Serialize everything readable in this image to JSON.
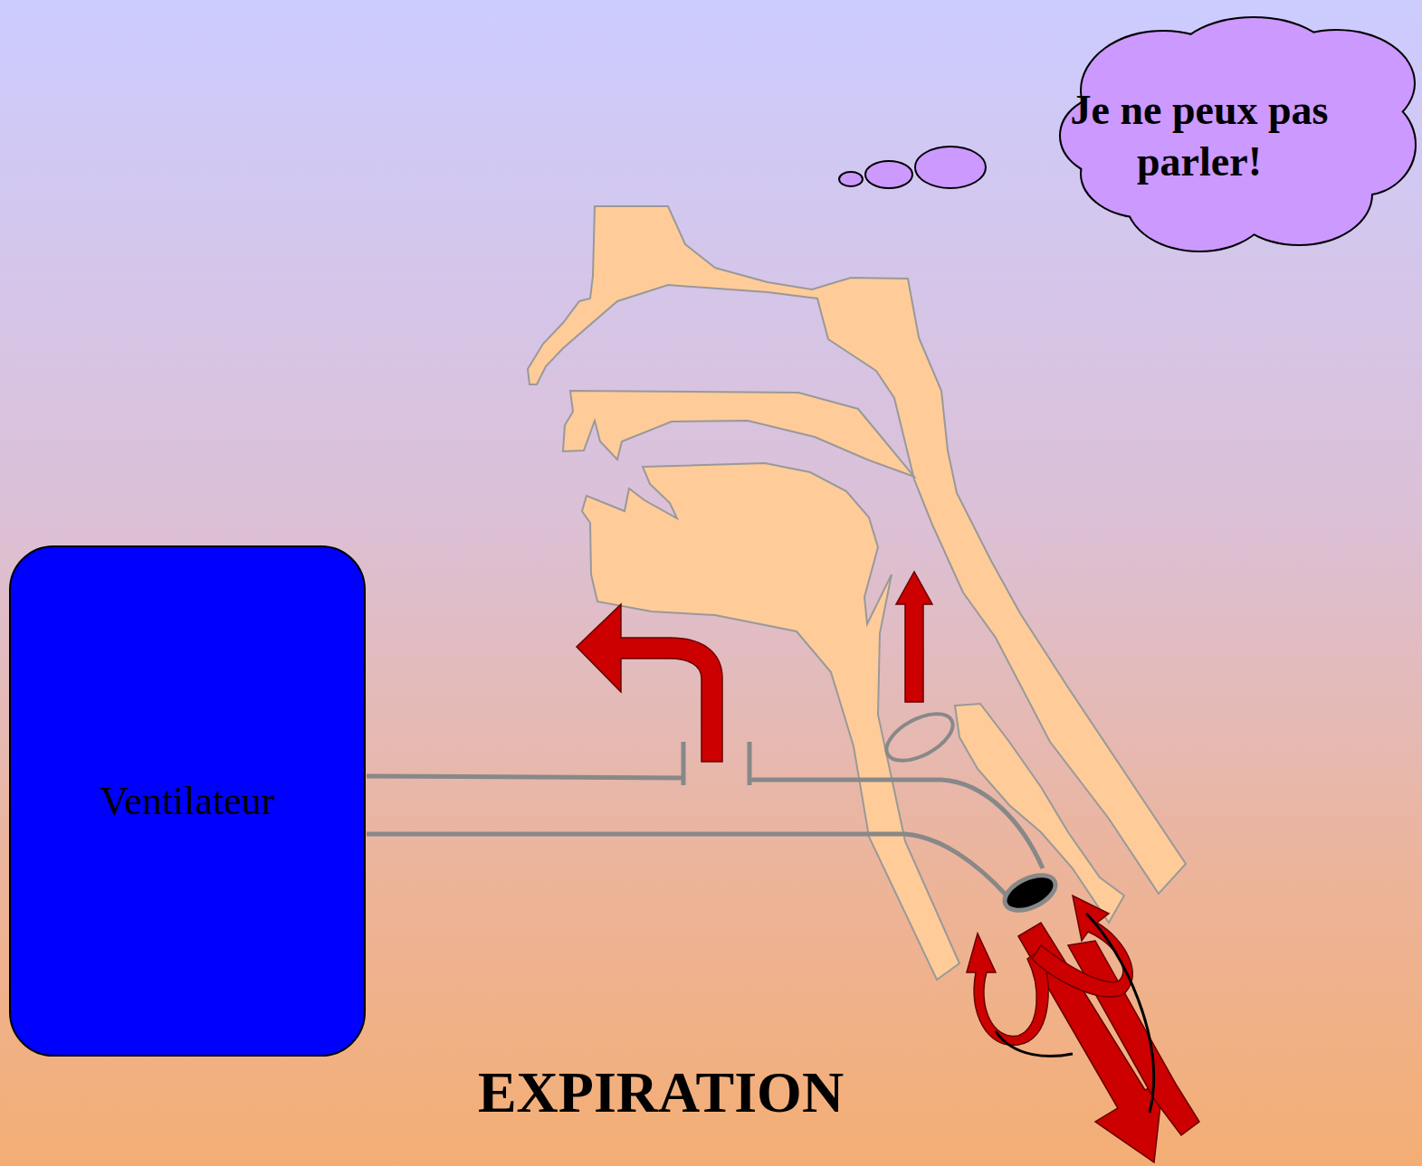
{
  "diagram": {
    "nodes": [
      {
        "text": [
          "Ventilateur"
        ]
      },
      {
        "text": [
          "Je ne peux pas parler!"
        ]
      }
    ],
    "labels": [
      "EXPIRATION"
    ]
  }
}
